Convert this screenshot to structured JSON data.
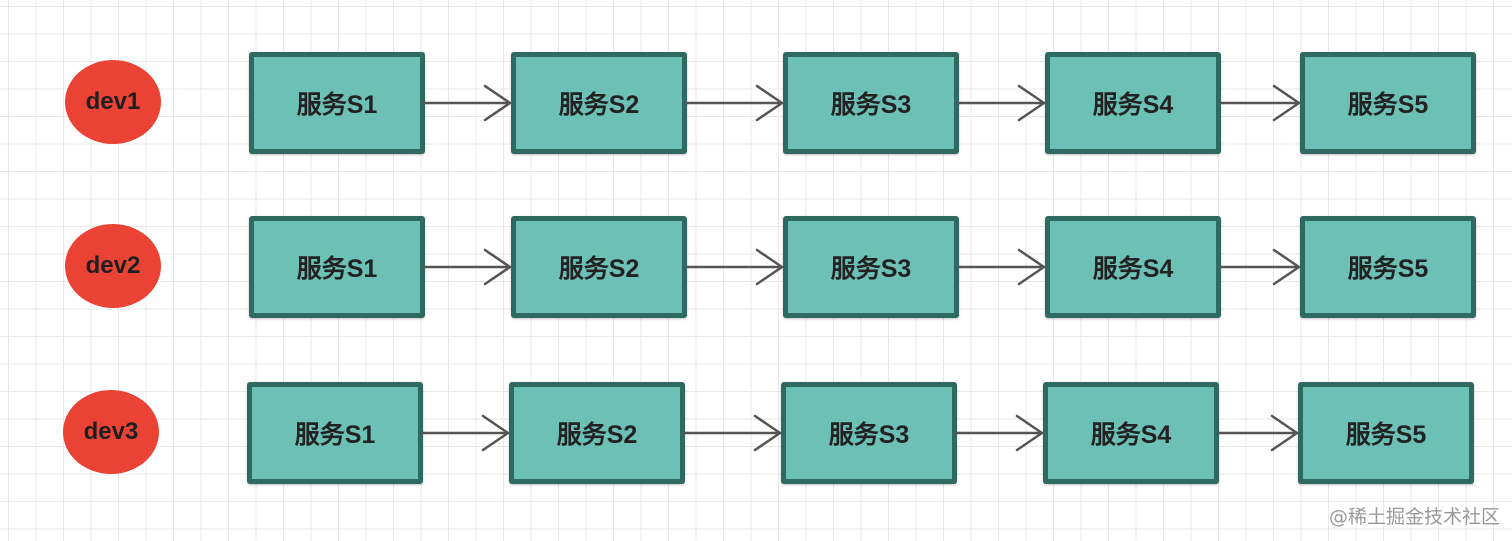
{
  "rows": [
    {
      "label": "dev1",
      "services": [
        "服务S1",
        "服务S2",
        "服务S3",
        "服务S4",
        "服务S5"
      ]
    },
    {
      "label": "dev2",
      "services": [
        "服务S1",
        "服务S2",
        "服务S3",
        "服务S4",
        "服务S5"
      ]
    },
    {
      "label": "dev3",
      "services": [
        "服务S1",
        "服务S2",
        "服务S3",
        "服务S4",
        "服务S5"
      ]
    }
  ],
  "watermark": "@稀土掘金技术社区",
  "colors": {
    "dev_fill": "#ea4335",
    "box_fill": "#6cc0b5",
    "box_border": "#2e6a5f",
    "arrow": "#555555",
    "grid": "#e8e8e8"
  },
  "icons": {
    "arrow": "arrow-right-icon"
  }
}
